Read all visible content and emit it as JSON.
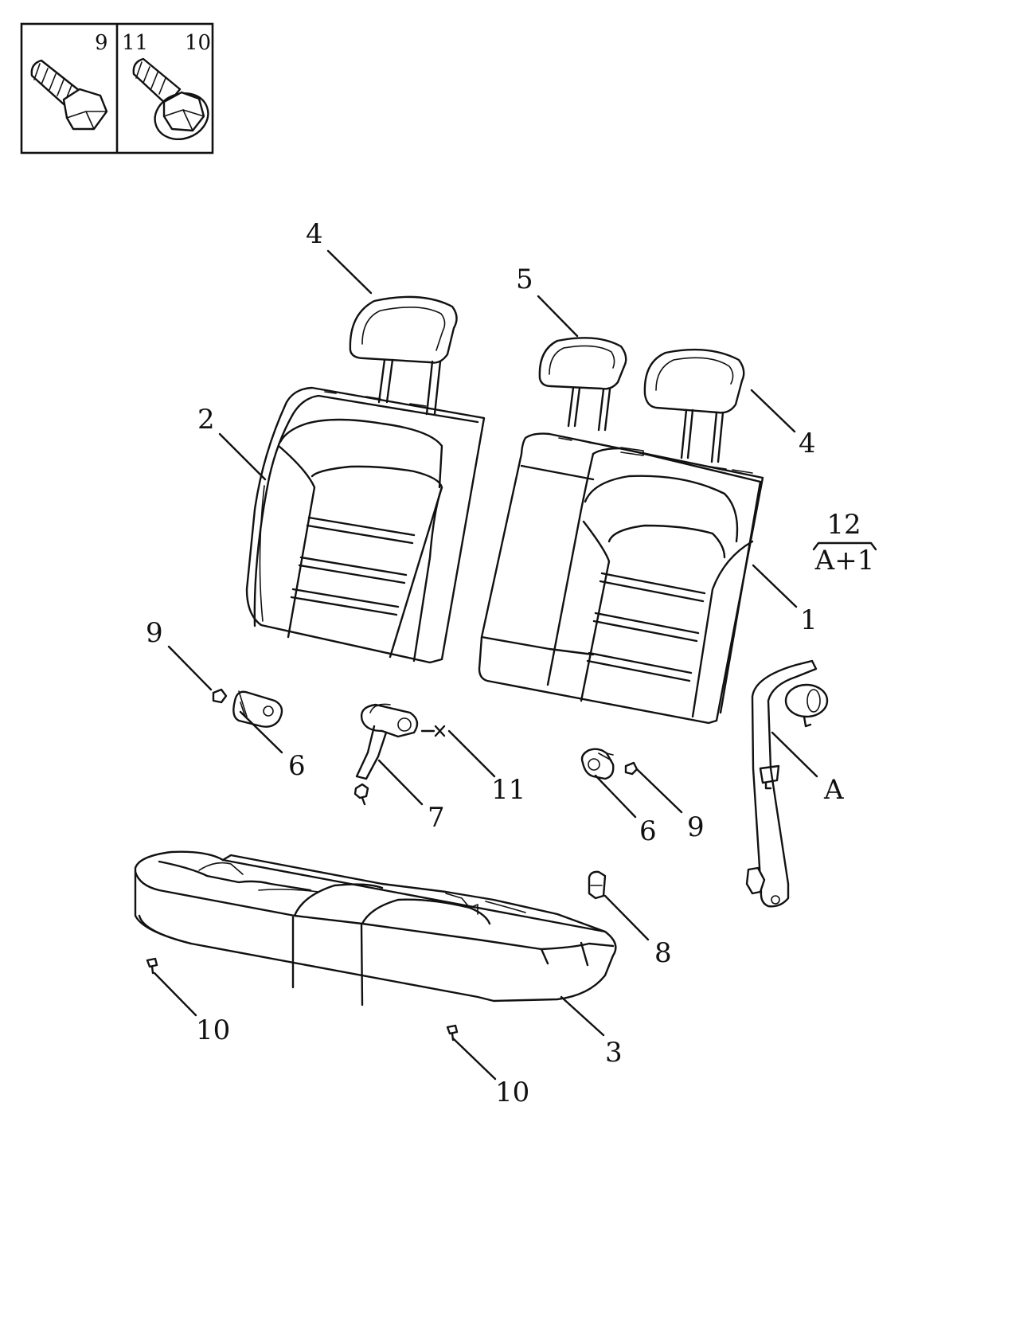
{
  "inset": {
    "left_label": "9",
    "mid_label": "11",
    "right_label": "10"
  },
  "callouts": {
    "headrest_left": "4",
    "headrest_middle": "5",
    "headrest_right": "4",
    "backrest_left": "2",
    "backrest_right": "1",
    "seat_cushion": "3",
    "bracket_left": "6",
    "bracket_right": "6",
    "screw_left": "9",
    "screw_right": "9",
    "buckle": "7",
    "buckle_bolt": "11",
    "clip": "8",
    "cushion_bolt_left": "10",
    "cushion_bolt_right": "10",
    "seatbelt": "A"
  },
  "note": {
    "top": "12",
    "bottom": "A+1"
  }
}
